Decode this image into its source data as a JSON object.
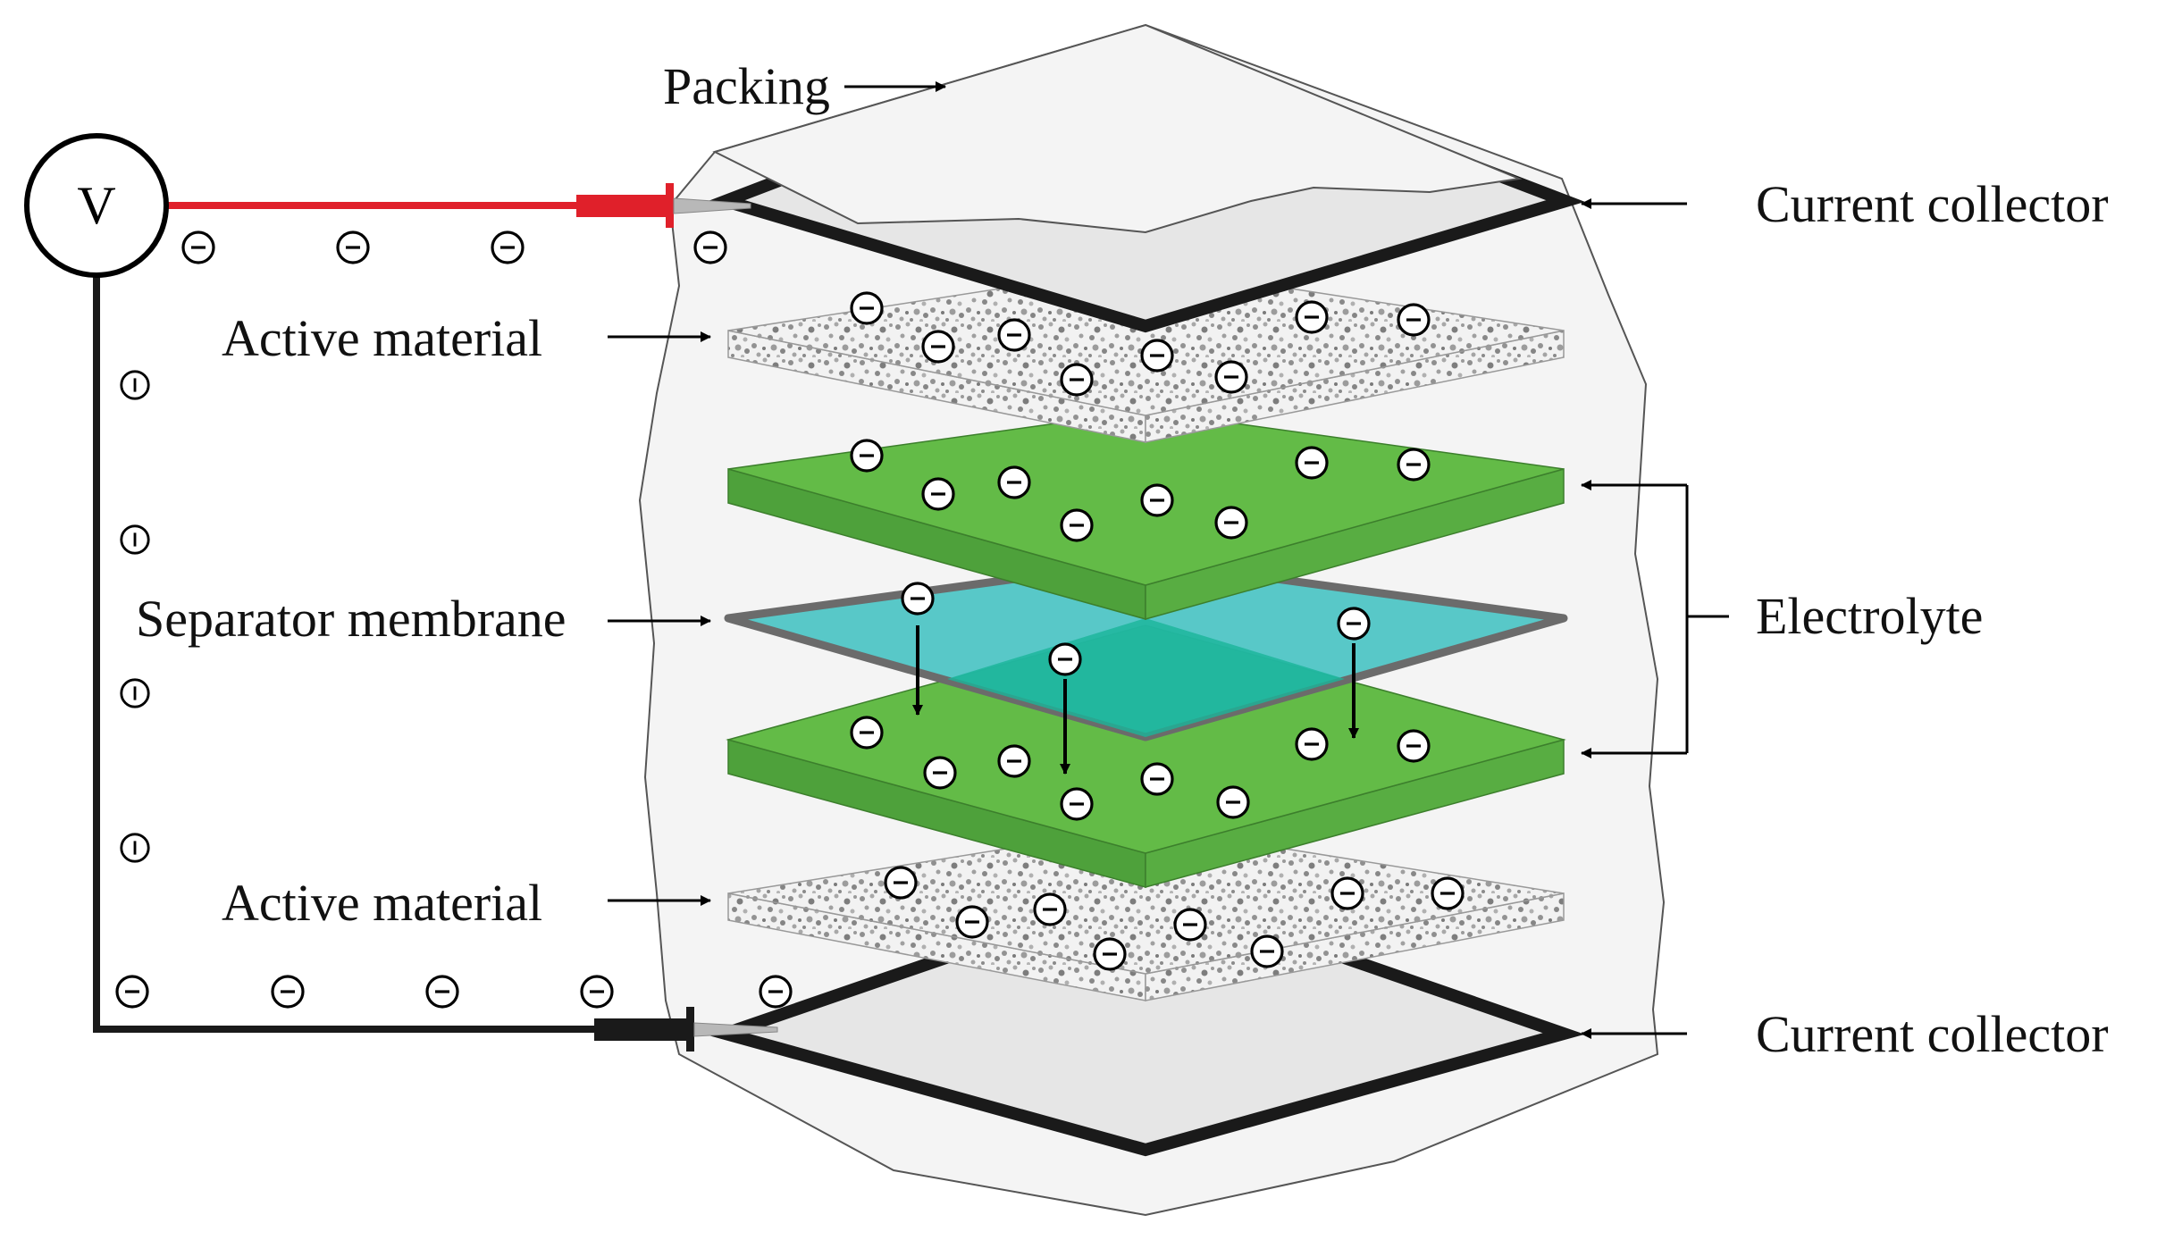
{
  "labels": {
    "packing": "Packing",
    "active_material_top": "Active material",
    "separator": "Separator membrane",
    "active_material_bottom": "Active material",
    "current_collector_top": "Current collector",
    "electrolyte": "Electrolyte",
    "current_collector_bottom": "Current collector"
  },
  "meter": {
    "symbol": "V"
  },
  "colors": {
    "red_wire": "#e0202a",
    "black_wire": "#1a1a1a",
    "electrolyte": "#63bb47",
    "separator": "#3cbfbf",
    "separator_center": "#1ab59a",
    "collector_fill": "#e8e8e8",
    "packing_fill": "#f4f4f4"
  },
  "icons": {
    "electron": "electron-icon",
    "arrow": "arrow-icon",
    "bracket": "bracket-icon"
  }
}
